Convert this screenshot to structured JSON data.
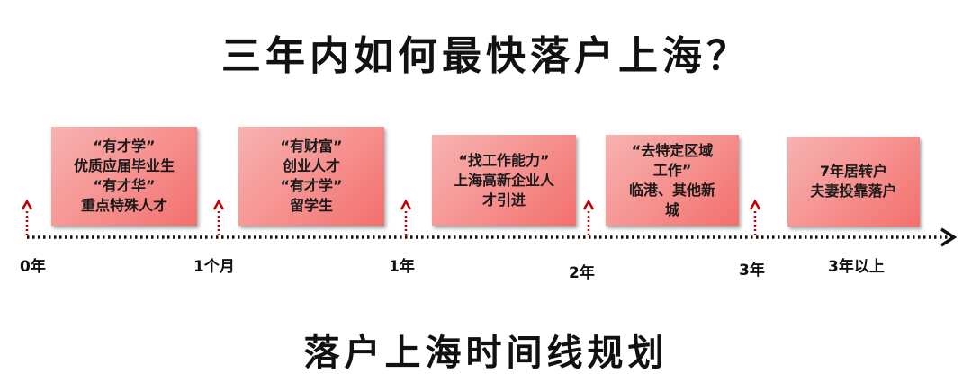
{
  "title": "三年内如何最快落户上海？",
  "subtitle": "落户上海时间线规划",
  "cards": [
    {
      "lines": [
        "“有才学”",
        "优质应届毕业生",
        "“有才华”",
        "重点特殊人才"
      ]
    },
    {
      "lines": [
        "“有财富”",
        "创业人才",
        "“有才学”",
        "留学生"
      ]
    },
    {
      "lines": [
        "“找工作能力”",
        "上海高新企业人",
        "才引进"
      ]
    },
    {
      "lines": [
        "“去特定区域",
        "工作”",
        "临港、其他新",
        "城"
      ]
    },
    {
      "lines": [
        "7年居转户",
        "夫妻投靠落户"
      ]
    }
  ],
  "timeline": {
    "labels": [
      "0年",
      "1个月",
      "1年",
      "2年",
      "3年",
      "3年以上"
    ]
  },
  "colors": {
    "axis": "#111111",
    "marker_arrow": "#c00000",
    "card_gradient_start": "#f7b3b1",
    "card_gradient_end": "#f36f6d"
  }
}
